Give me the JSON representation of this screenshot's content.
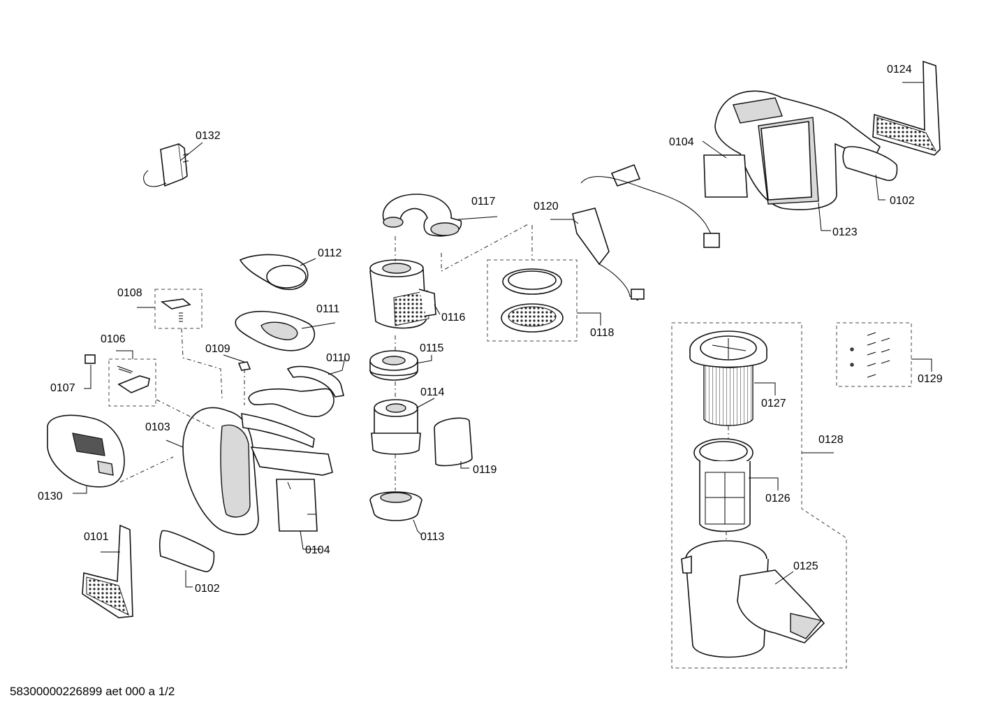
{
  "labels": {
    "p0101": "0101",
    "p0102a": "0102",
    "p0102b": "0102",
    "p0103": "0103",
    "p0104a": "0104",
    "p0104b": "0104",
    "p0106": "0106",
    "p0107": "0107",
    "p0108": "0108",
    "p0109": "0109",
    "p0110": "0110",
    "p0111": "0111",
    "p0112": "0112",
    "p0113": "0113",
    "p0114": "0114",
    "p0115": "0115",
    "p0116": "0116",
    "p0117": "0117",
    "p0118": "0118",
    "p0119": "0119",
    "p0120": "0120",
    "p0123": "0123",
    "p0124": "0124",
    "p0125": "0125",
    "p0126": "0126",
    "p0127": "0127",
    "p0128": "0128",
    "p0129": "0129",
    "p0130": "0130",
    "p0132": "0132"
  },
  "footer": "58300000226899 aet 000 a 1/2"
}
